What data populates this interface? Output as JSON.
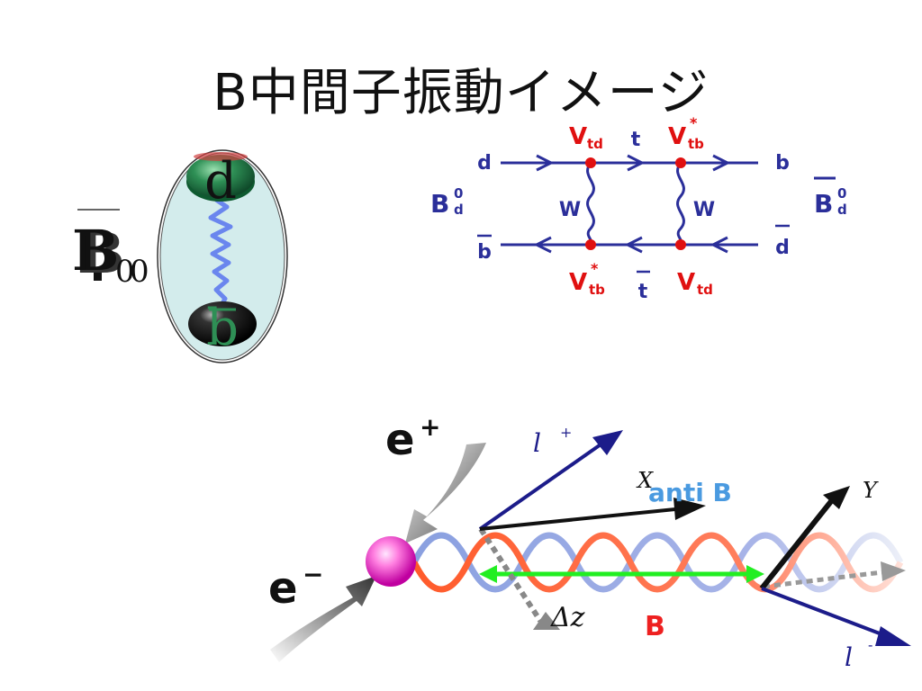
{
  "title": "B中間子振動イメージ",
  "meson": {
    "bar_symbol": "B",
    "symbol": "B",
    "superscript": "0",
    "top_quark": "d",
    "bottom_quark": "b"
  },
  "box_diagram": {
    "left_label": "B",
    "left_sup": "0",
    "left_sub": "d",
    "right_label": "B",
    "right_sup": "0",
    "right_sub": "d",
    "top_left_quark": "d",
    "top_right_quark": "b",
    "bottom_left_quark": "b",
    "bottom_right_quark": "d",
    "top_mid_quark": "t",
    "bottom_mid_quark": "t",
    "w_left": "W",
    "w_right": "W",
    "v_top_left": "V",
    "v_top_left_sub": "td",
    "v_top_right": "V",
    "v_top_right_sub": "tb",
    "v_top_right_star": "*",
    "v_bottom_left": "V",
    "v_bottom_left_sub": "tb",
    "v_bottom_left_star": "*",
    "v_bottom_right": "V",
    "v_bottom_right_sub": "td",
    "line_color": "#2b2f9a",
    "vertex_color": "#e01010"
  },
  "decay": {
    "e_plus": "e",
    "e_plus_sup": "+",
    "e_minus": "e",
    "e_minus_sup": "−",
    "l_plus": "l",
    "l_plus_sup": "+",
    "l_minus": "l",
    "l_minus_sup": "-",
    "x_label": "X",
    "y_label": "Y",
    "anti_b": "anti B",
    "b_label": "B",
    "delta_z": "Δz"
  }
}
